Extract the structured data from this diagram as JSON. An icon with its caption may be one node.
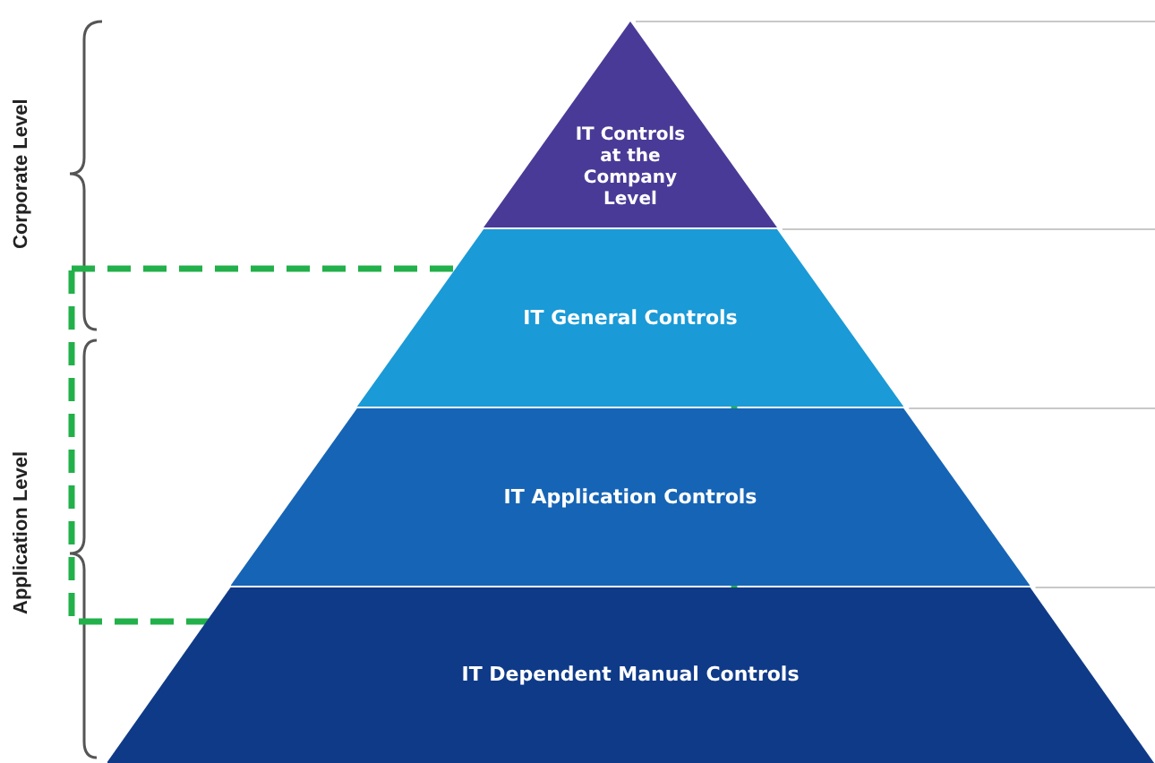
{
  "diagram": {
    "nodes": [
      {
        "text": [
          "IT Controls at the Company Level"
        ]
      },
      {
        "text": [
          "IT General Controls"
        ]
      },
      {
        "text": [
          "IT Application Controls"
        ]
      },
      {
        "text": [
          "IT Dependent Manual Controls"
        ]
      }
    ],
    "labels": [
      "Corporate Level",
      "Application Level"
    ]
  }
}
